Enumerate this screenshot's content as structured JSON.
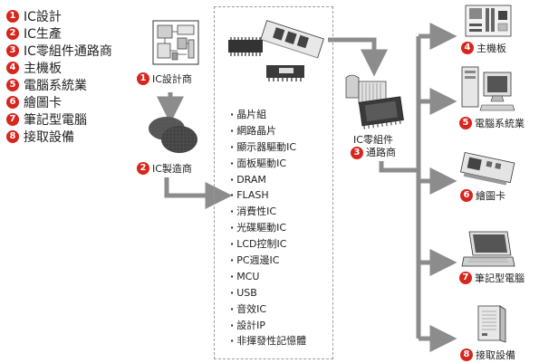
{
  "legend": [
    {
      "num": "1",
      "label": "IC設計"
    },
    {
      "num": "2",
      "label": "IC生產"
    },
    {
      "num": "3",
      "label": "IC零組件通路商"
    },
    {
      "num": "4",
      "label": "主機板"
    },
    {
      "num": "5",
      "label": "電腦系統業"
    },
    {
      "num": "6",
      "label": "繪圖卡"
    },
    {
      "num": "7",
      "label": "筆記型電腦"
    },
    {
      "num": "8",
      "label": "接取設備"
    }
  ],
  "nodes": {
    "designer": {
      "num": "1",
      "label": "IC設計商"
    },
    "manufacturer": {
      "num": "2",
      "label": "IC製造商"
    },
    "distributor": {
      "num": "3",
      "line1": "IC零組件",
      "line2": "通路商"
    }
  },
  "products": [
    "晶片組",
    "網路晶片",
    "顯示器驅動IC",
    "面板驅動IC",
    "DRAM",
    "FLASH",
    "消費性IC",
    "光碟驅動IC",
    "LCD控制IC",
    "PC週邊IC",
    "MCU",
    "USB",
    "音效IC",
    "設計IP",
    "非揮發性記憶體"
  ],
  "outputs": [
    {
      "num": "4",
      "label": "主機板"
    },
    {
      "num": "5",
      "label": "電腦系統業"
    },
    {
      "num": "6",
      "label": "繪圖卡"
    },
    {
      "num": "7",
      "label": "筆記型電腦"
    },
    {
      "num": "8",
      "label": "接取設備"
    }
  ],
  "colors": {
    "accent": "#d7261e",
    "arrow": "#8c8c8c"
  }
}
